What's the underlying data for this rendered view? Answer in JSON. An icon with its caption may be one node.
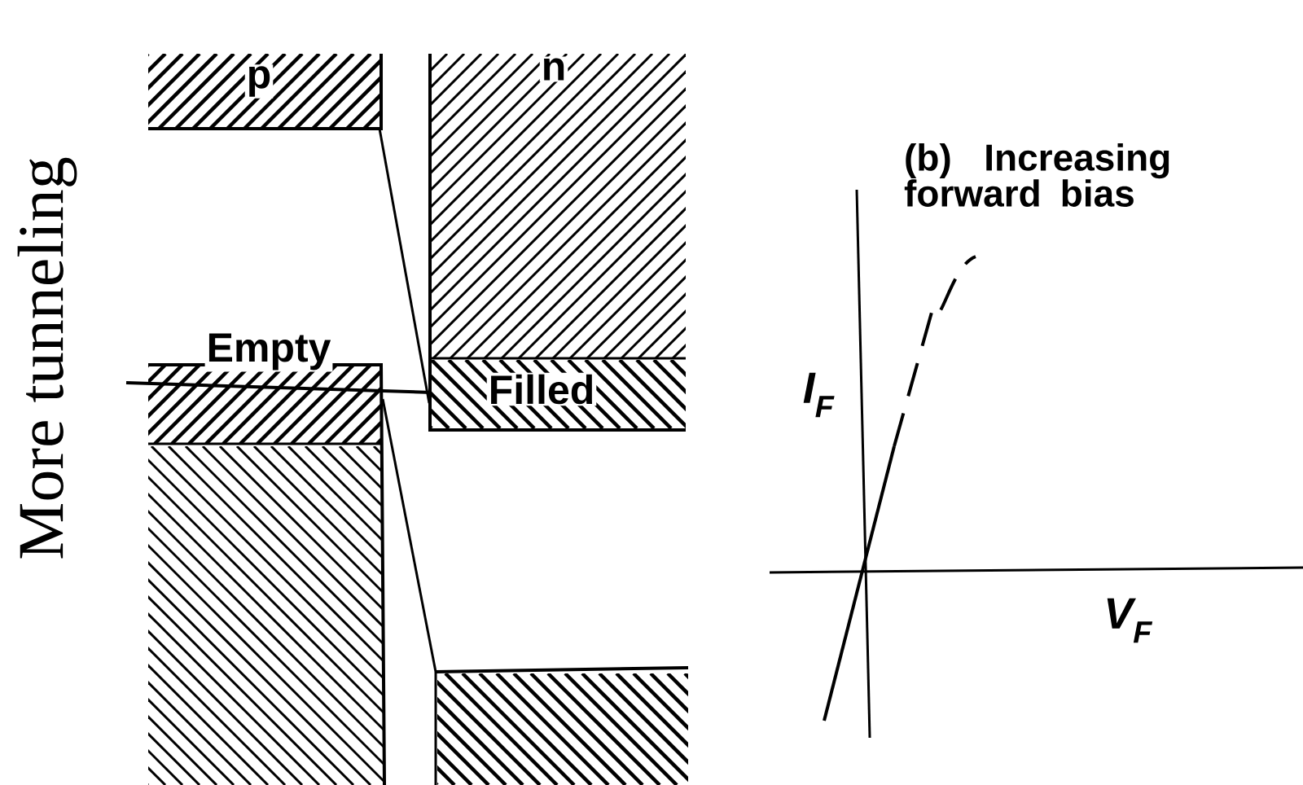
{
  "diagram": {
    "labels": [
      "More tunneling",
      "p",
      "n",
      "Empty",
      "Filled",
      "(b) Increasing forward bias",
      "I$_{F}$",
      "V$_{F}$"
    ]
  }
}
